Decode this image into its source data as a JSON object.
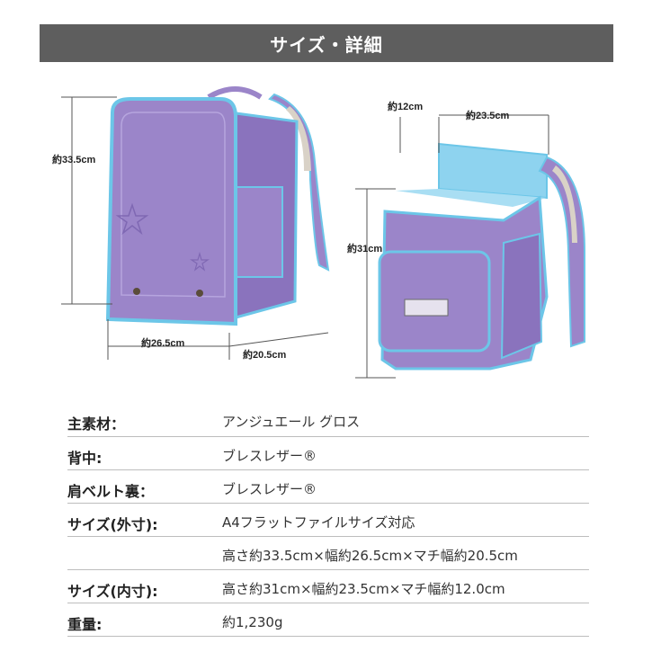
{
  "header": {
    "title": "サイズ・詳細"
  },
  "dimensions": {
    "left_height": "約33.5cm",
    "left_width": "約26.5cm",
    "left_depth": "約20.5cm",
    "right_depth": "約12cm",
    "right_width": "約23.5cm",
    "right_height": "約31cm"
  },
  "colors": {
    "bag_purple": "#9b85c9",
    "bag_purple_dark": "#7f68b3",
    "trim_blue": "#6cc6e8",
    "lining_blue": "#a9def3",
    "header_gray": "#5e5e5e"
  },
  "specs": [
    {
      "label": "主素材：",
      "value": "アンジュエール グロス"
    },
    {
      "label": "背中:",
      "value": "ブレスレザー®"
    },
    {
      "label": "肩ベルト裏：",
      "value": "ブレスレザー®"
    },
    {
      "label": "サイズ(外寸):",
      "value": "A4フラットファイルサイズ対応"
    },
    {
      "label": "",
      "value": "高さ約33.5cm×幅約26.5cm×マチ幅約20.5cm"
    },
    {
      "label": "サイズ(内寸):",
      "value": "高さ約31cm×幅約23.5cm×マチ幅約12.0cm"
    },
    {
      "label": "重量:",
      "value": "約1,230g"
    }
  ]
}
